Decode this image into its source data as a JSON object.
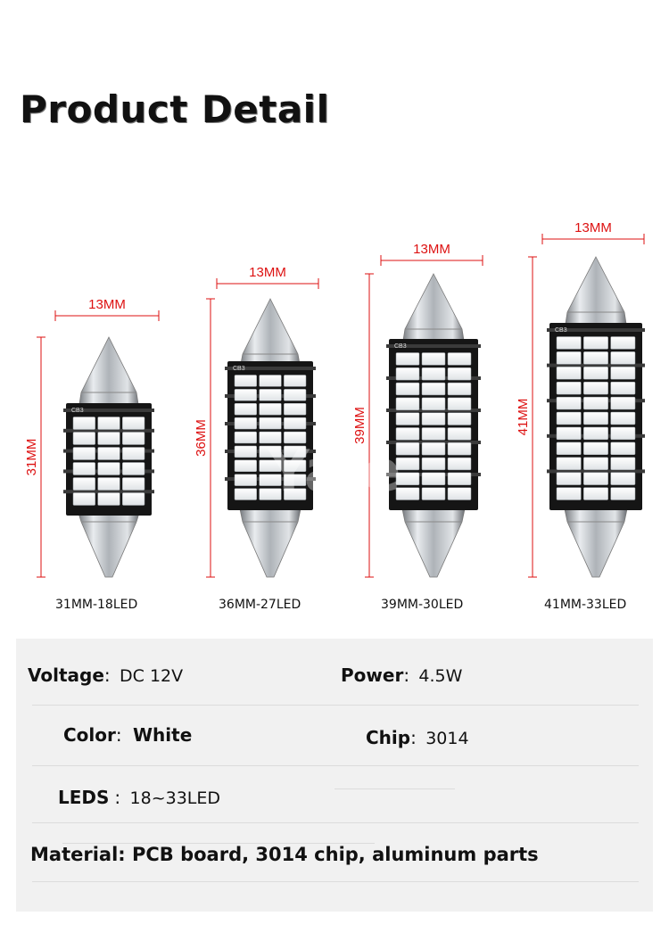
{
  "title": "Product Detail",
  "watermark": "Yale",
  "bulbs": [
    {
      "width_label": "13MM",
      "length_label": "31MM",
      "caption": "31MM-18LED",
      "leds": 18,
      "chip_mark": "CB3"
    },
    {
      "width_label": "13MM",
      "length_label": "36MM",
      "caption": "36MM-27LED",
      "leds": 27,
      "chip_mark": "CB3"
    },
    {
      "width_label": "13MM",
      "length_label": "39MM",
      "caption": "39MM-30LED",
      "leds": 30,
      "chip_mark": "CB3"
    },
    {
      "width_label": "13MM",
      "length_label": "41MM",
      "caption": "41MM-33LED",
      "leds": 33,
      "chip_mark": "CB3"
    }
  ],
  "specs": {
    "voltage": {
      "label": "Voltage",
      "colon": ":",
      "value": "DC 12V"
    },
    "power": {
      "label": "Power",
      "colon": ":",
      "value": "4.5W"
    },
    "color": {
      "label": "Color",
      "colon": ":",
      "value": "White"
    },
    "chip": {
      "label": "Chip",
      "colon": ":",
      "value": "3014"
    },
    "leds": {
      "label": "LEDS",
      "colon": ":",
      "value": "18~33LED"
    },
    "material": "Material: PCB board, 3014 chip, aluminum parts"
  },
  "colors": {
    "dimension": "#dd1111",
    "panel": "#f1f1f1",
    "pcb": "#151515",
    "led": "#ffffff",
    "metal": "#b8bcc0"
  }
}
